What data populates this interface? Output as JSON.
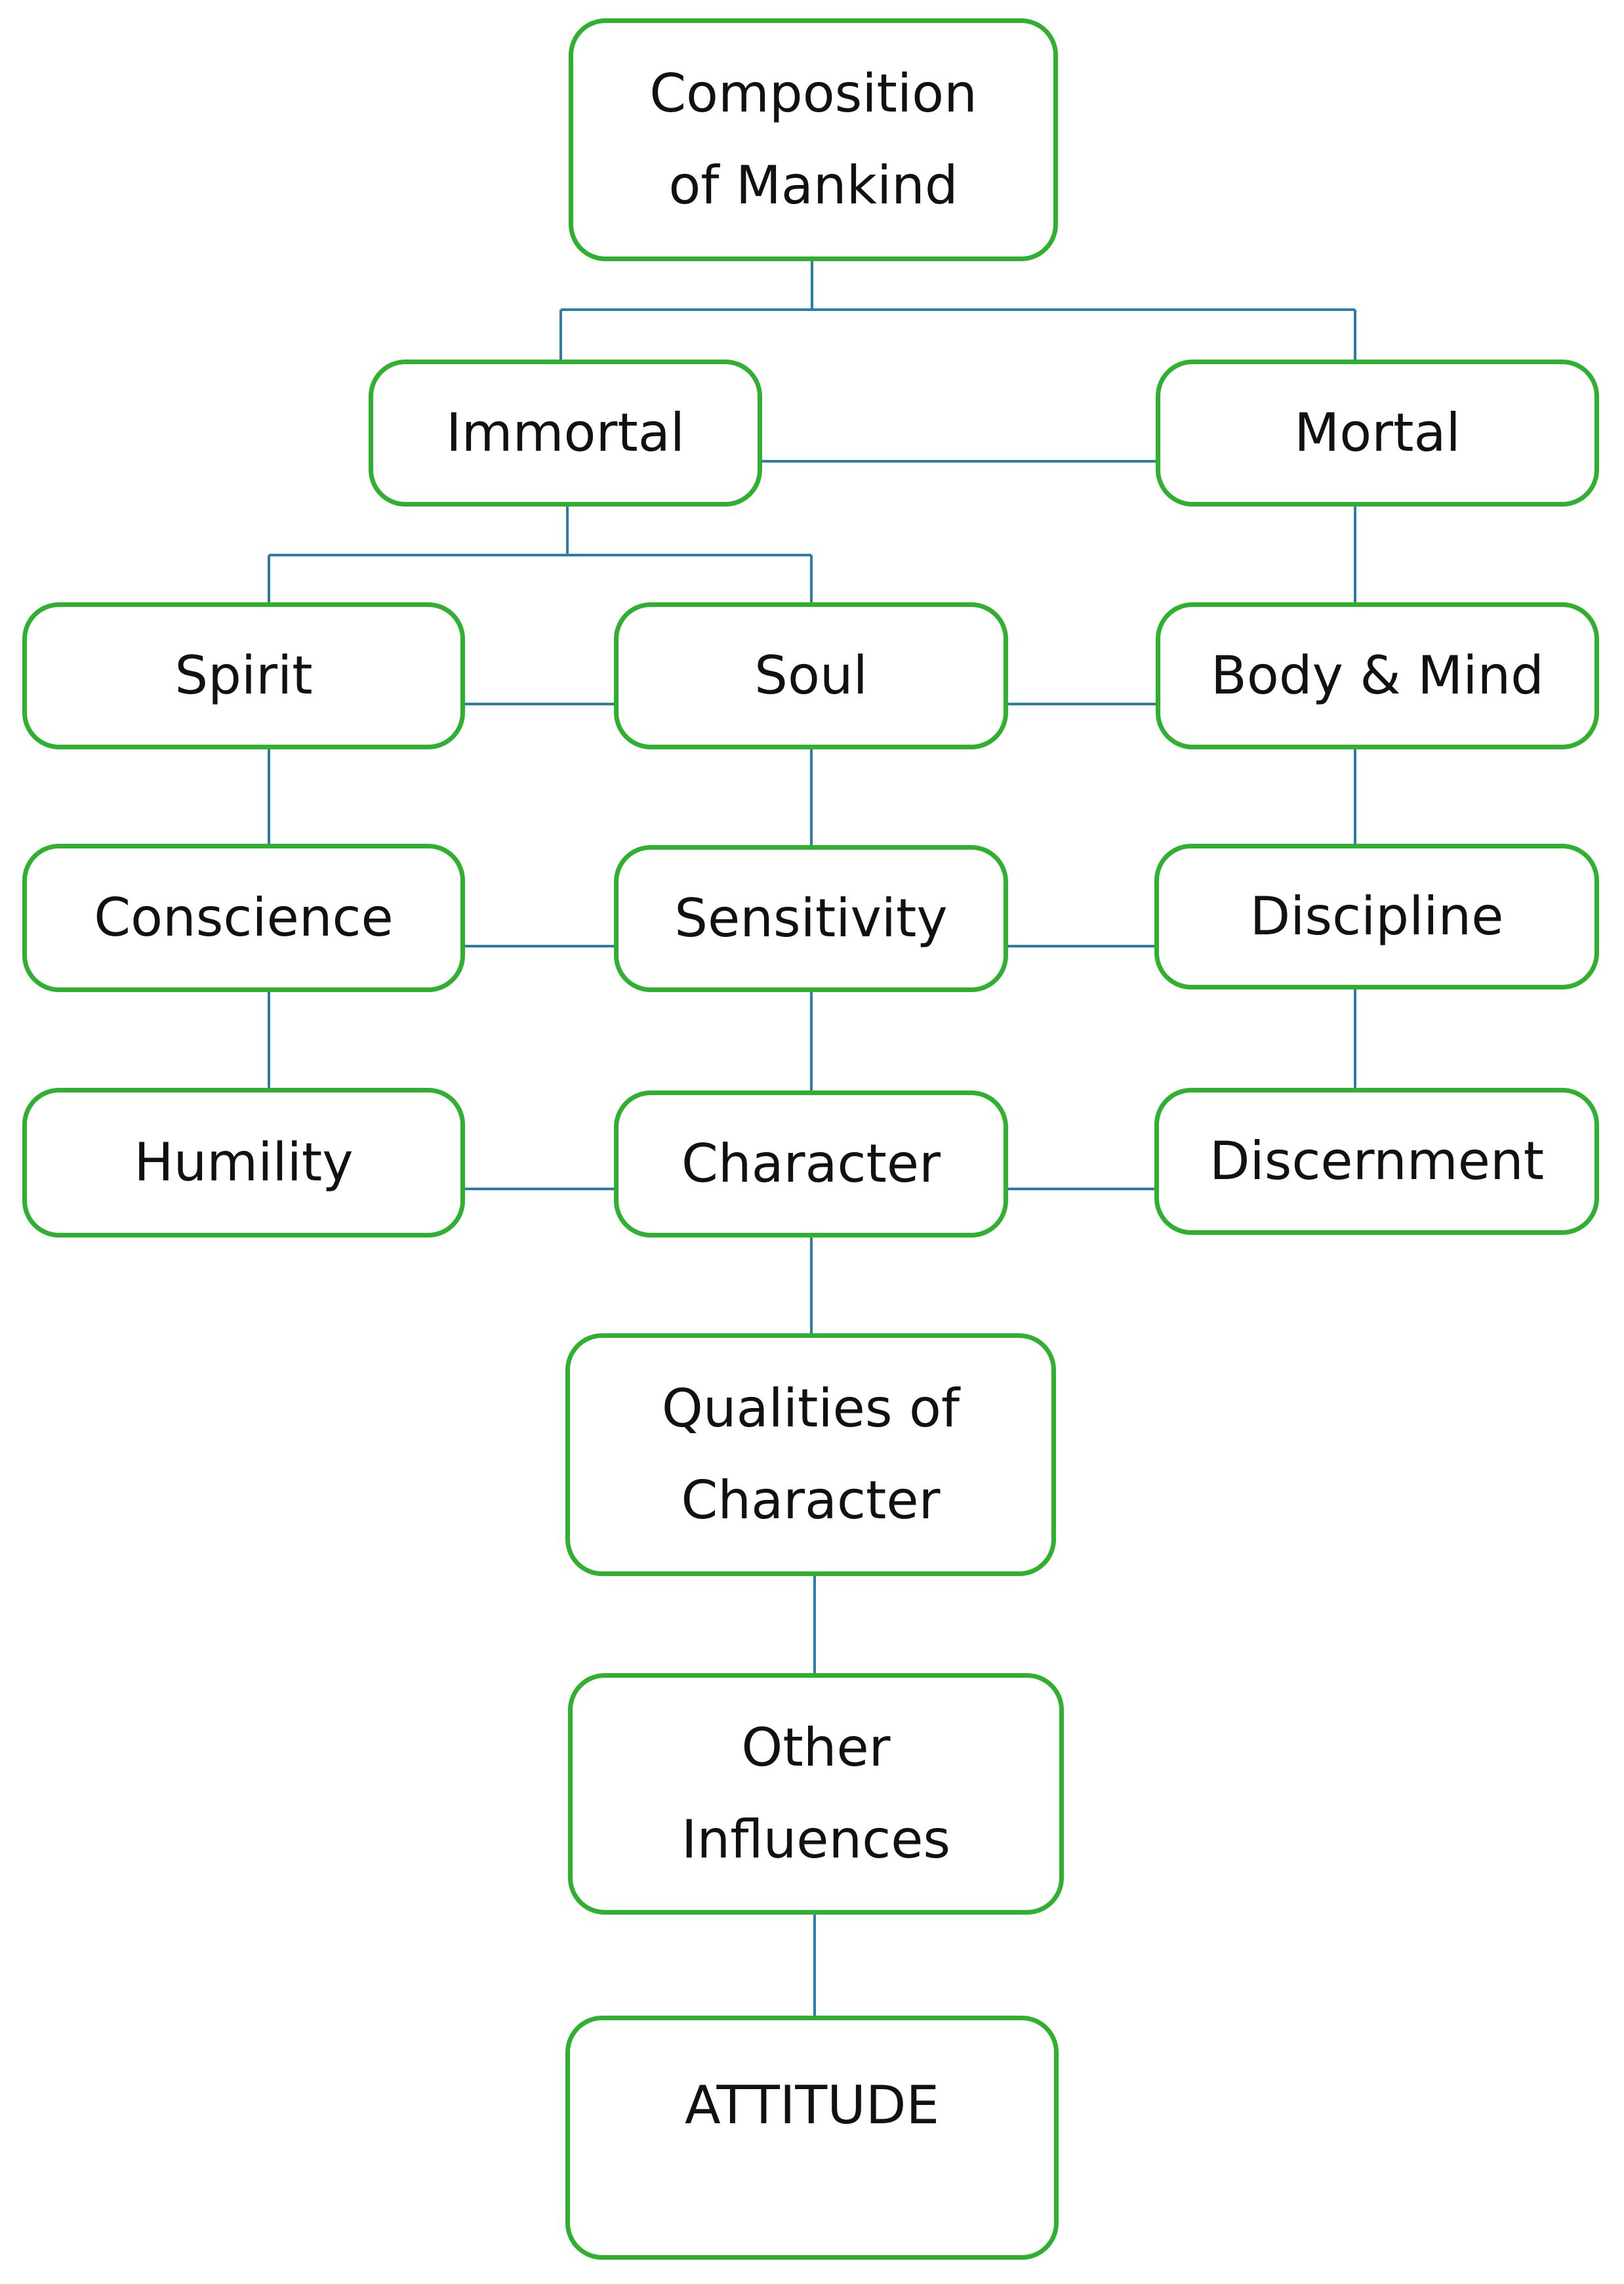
{
  "diagram": {
    "colors": {
      "box_border": "#2fb02f",
      "connector": "#2e7ea3",
      "text": "#111111",
      "background": "#ffffff"
    },
    "nodes": {
      "composition": "Composition\nof Mankind",
      "immortal": "Immortal",
      "mortal": "Mortal",
      "spirit": "Spirit",
      "soul": "Soul",
      "body_mind": "Body & Mind",
      "conscience": "Conscience",
      "sensitivity": "Sensitivity",
      "discipline": "Discipline",
      "humility": "Humility",
      "character": "Character",
      "discernment": "Discernment",
      "qualities": "Qualities of\nCharacter",
      "influences": "Other\nInfluences",
      "attitude": "ATTITUDE"
    }
  }
}
